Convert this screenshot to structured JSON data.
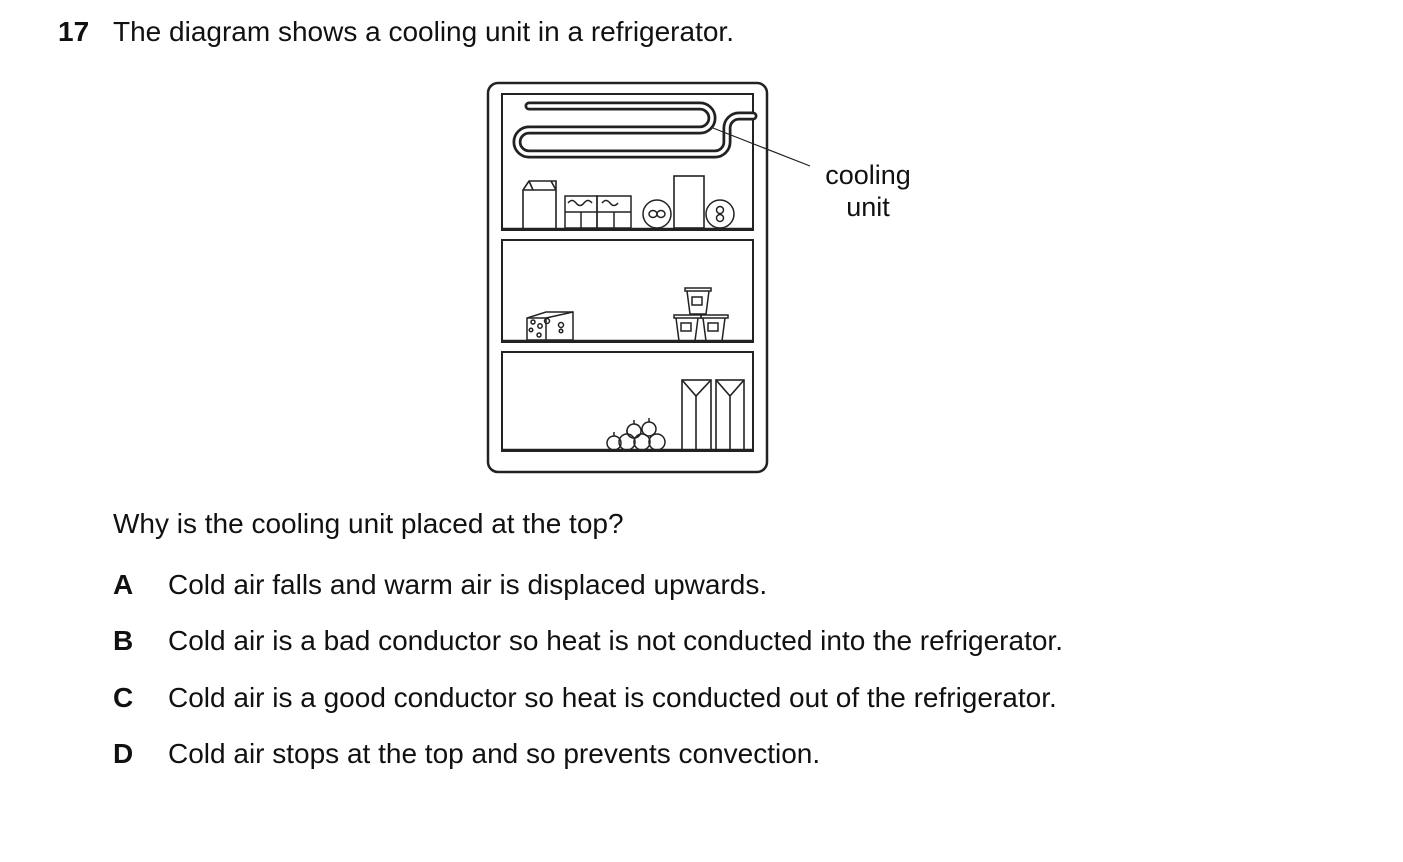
{
  "question": {
    "number": "17",
    "stem": "The diagram shows a cooling unit in a refrigerator.",
    "prompt": "Why is the cooling unit placed at the top?",
    "options": [
      {
        "letter": "A",
        "text": "Cold air falls and warm air is displaced upwards."
      },
      {
        "letter": "B",
        "text": "Cold air is a bad conductor so heat is not conducted into the refrigerator."
      },
      {
        "letter": "C",
        "text": "Cold air is a good conductor so heat is conducted out of the refrigerator."
      },
      {
        "letter": "D",
        "text": "Cold air stops at the top and so prevents convection."
      }
    ]
  },
  "diagram": {
    "label_line1": "cooling",
    "label_line2": "unit"
  }
}
